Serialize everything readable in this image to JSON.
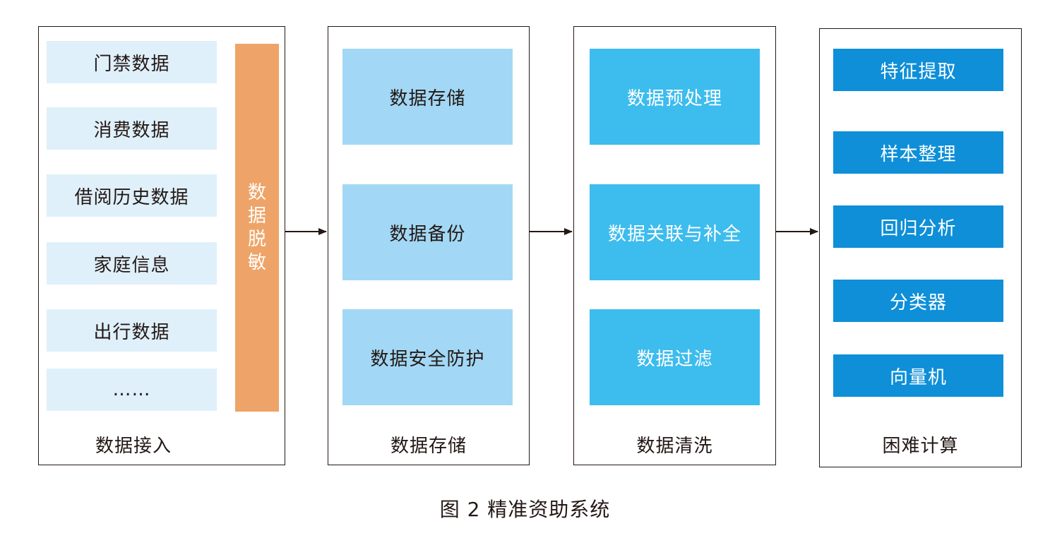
{
  "panels": [
    {
      "title": "数据接入",
      "items": [
        "门禁数据",
        "消费数据",
        "借阅历史数据",
        "家庭信息",
        "出行数据",
        "……"
      ],
      "side_label": "数据脱敏"
    },
    {
      "title": "数据存储",
      "items": [
        "数据存储",
        "数据备份",
        "数据安全防护"
      ]
    },
    {
      "title": "数据清洗",
      "items": [
        "数据预处理",
        "数据关联与补全",
        "数据过滤"
      ]
    },
    {
      "title": "困难计算",
      "items": [
        "特征提取",
        "样本整理",
        "回归分析",
        "分类器",
        "向量机"
      ]
    }
  ],
  "caption": "图 2  精准资助系统",
  "colors": {
    "ingest_box": "#dff0fb",
    "storage_box": "#a2d8f5",
    "cleaning_box": "#3dbcee",
    "compute_box": "#0e8fd8",
    "desensitize_bar": "#eea468",
    "arrow": "#231815"
  }
}
